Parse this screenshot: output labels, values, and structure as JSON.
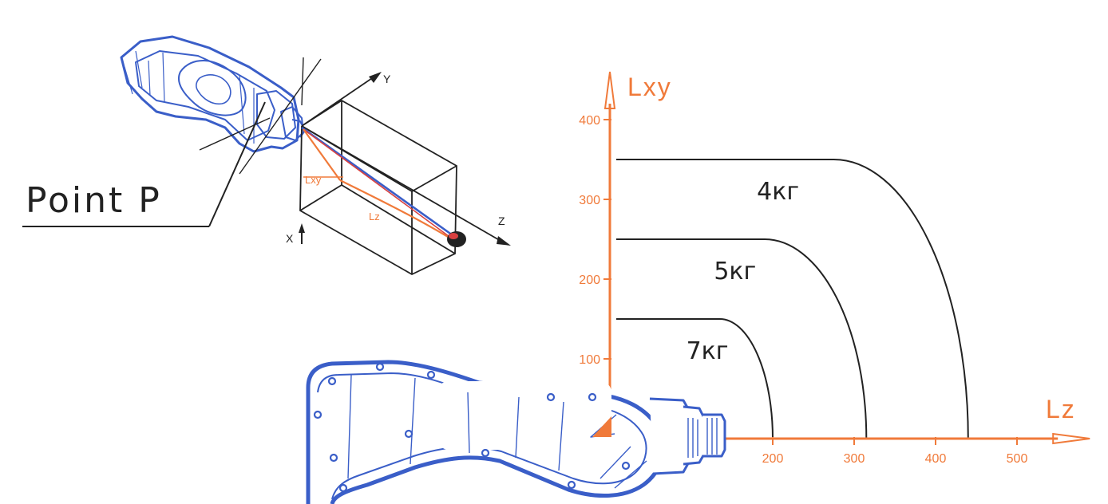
{
  "diagram": {
    "point_label": "Point P",
    "axes_3d": {
      "x_label": "X",
      "y_label": "Y",
      "z_label": "Z"
    },
    "vector_labels": {
      "lxy": "Lxy",
      "lz": "Lz"
    }
  },
  "colors": {
    "accent": "#f07a3a",
    "robot": "#3a5ec8",
    "line": "#222222"
  },
  "chart_data": {
    "type": "line",
    "xlabel": "Lz",
    "ylabel": "Lxy",
    "xlim": [
      0,
      560
    ],
    "ylim": [
      0,
      440
    ],
    "x_ticks": [
      200,
      300,
      400,
      500
    ],
    "y_ticks": [
      100,
      200,
      300,
      400
    ],
    "series": [
      {
        "name": "7кг",
        "flat_to": 135,
        "top": 150,
        "end": 200
      },
      {
        "name": "5кг",
        "flat_to": 190,
        "top": 250,
        "end": 315
      },
      {
        "name": "4кг",
        "flat_to": 275,
        "top": 350,
        "end": 440
      }
    ]
  }
}
